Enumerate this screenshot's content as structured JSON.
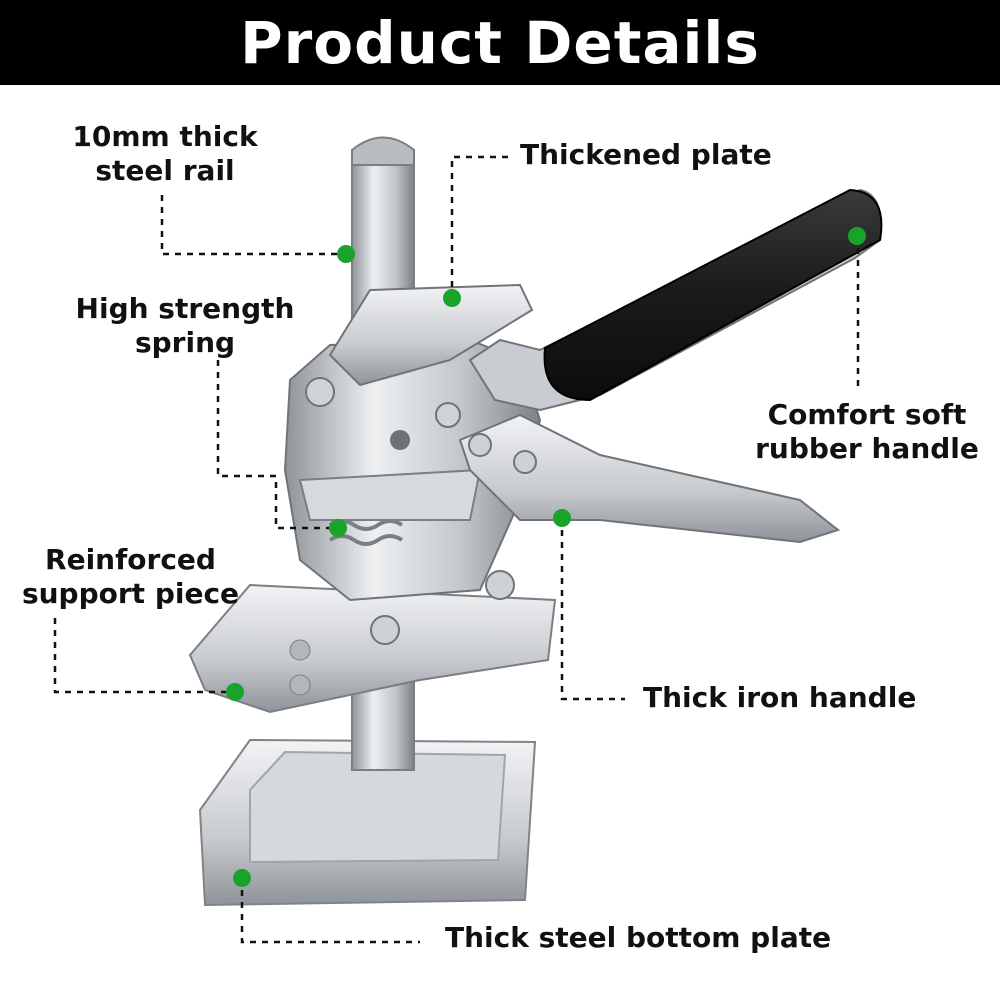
{
  "header": {
    "title": "Product Details"
  },
  "labels": {
    "rail_line1": "10mm thick",
    "rail_line2": "steel rail",
    "plate": "Thickened plate",
    "spring_line1": "High strength",
    "spring_line2": "spring",
    "handle_line1": "Comfort soft",
    "handle_line2": "rubber handle",
    "support_line1": "Reinforced",
    "support_line2": "support piece",
    "iron_handle": "Thick iron handle",
    "bottom_plate": "Thick steel bottom plate"
  },
  "colors": {
    "banner_bg": "#000000",
    "banner_text": "#ffffff",
    "marker": "#1aa32a",
    "leader": "#111111",
    "steel": "#c9ccd0",
    "steel_dark": "#8e9398",
    "rubber": "#1c1c1c"
  }
}
